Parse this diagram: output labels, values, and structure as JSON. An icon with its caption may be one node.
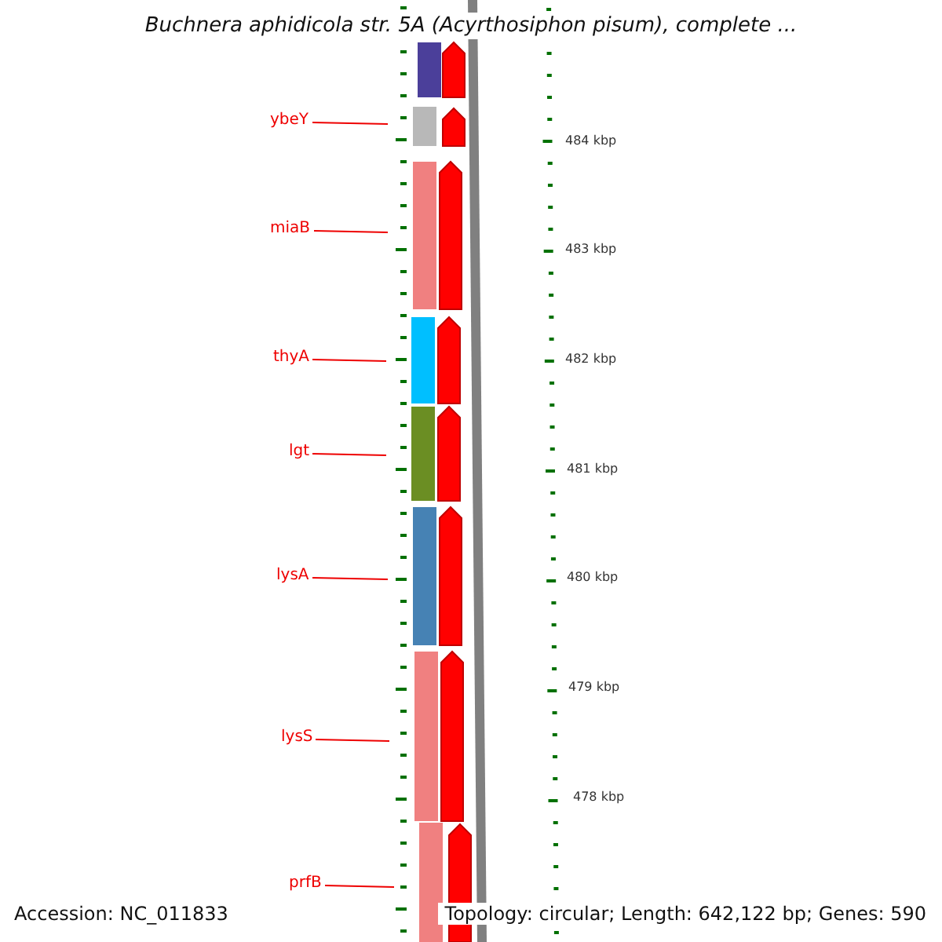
{
  "diagram": {
    "title": "Buchnera aphidicola str. 5A (Acyrthosiphon pisum), complete ...",
    "nodes": [
      {
        "text": [
          "ybeY"
        ]
      },
      {
        "text": [
          "miaB"
        ]
      },
      {
        "text": [
          "thyA"
        ]
      },
      {
        "text": [
          "lgt"
        ]
      },
      {
        "text": [
          "lysA"
        ]
      },
      {
        "text": [
          "lysS"
        ]
      },
      {
        "text": [
          "prfB"
        ]
      },
      {
        "text": [],
        "shape": "bar"
      },
      {
        "text": [],
        "shape": "bar"
      },
      {
        "text": [],
        "shape": "bar"
      },
      {
        "text": [],
        "shape": "bar"
      },
      {
        "text": [],
        "shape": "bar"
      },
      {
        "text": [],
        "shape": "bar"
      },
      {
        "text": [],
        "shape": "bar"
      },
      {
        "text": [],
        "shape": "bar"
      },
      {
        "text": [],
        "shape": "arrow"
      },
      {
        "text": [],
        "shape": "arrow"
      },
      {
        "text": [],
        "shape": "arrow"
      },
      {
        "text": [],
        "shape": "arrow"
      },
      {
        "text": [],
        "shape": "arrow"
      },
      {
        "text": [],
        "shape": "arrow"
      },
      {
        "text": [],
        "shape": "arrow"
      },
      {
        "text": [],
        "shape": "arrow"
      }
    ],
    "edges": [
      {
        "from": 0,
        "to": 8,
        "arrow": "none"
      },
      {
        "from": 1,
        "to": 9,
        "arrow": "none"
      },
      {
        "from": 2,
        "to": 10,
        "arrow": "none"
      },
      {
        "from": 3,
        "to": 11,
        "arrow": "none"
      },
      {
        "from": 4,
        "to": 12,
        "arrow": "none"
      },
      {
        "from": 5,
        "to": 13,
        "arrow": "none"
      },
      {
        "from": 6,
        "to": 14,
        "arrow": "none"
      }
    ],
    "labels": [
      "484 kbp",
      "483 kbp",
      "482 kbp",
      "481 kbp",
      "480 kbp",
      "479 kbp",
      "478 kbp",
      "Accession: NC_011833",
      "Topology: circular; Length: 642,122 bp; Genes: 590"
    ]
  }
}
